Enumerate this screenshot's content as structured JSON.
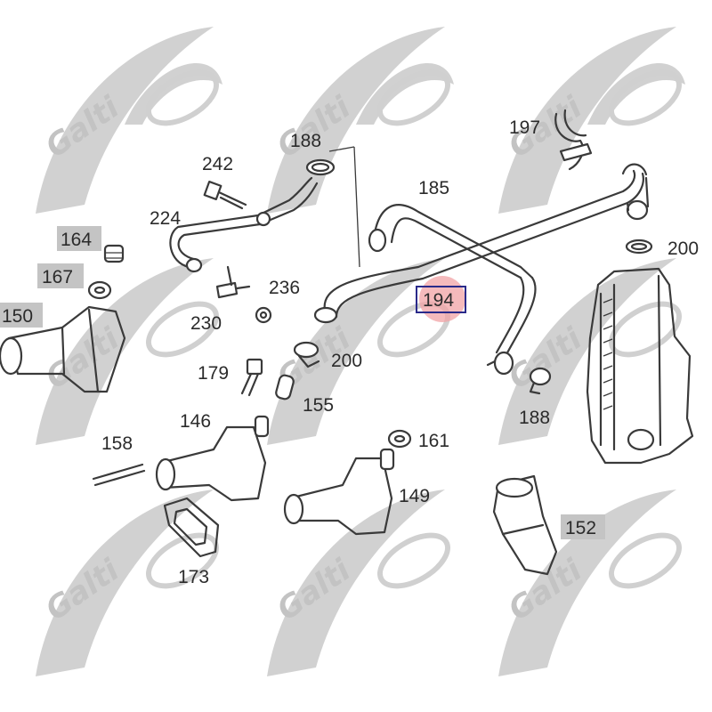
{
  "watermark": {
    "brand": "Galti",
    "color": "#b9b9b9"
  },
  "labels": {
    "p150": "150",
    "p164": "164",
    "p167": "167",
    "p242": "242",
    "p224": "224",
    "p188a": "188",
    "p185": "185",
    "p197": "197",
    "p200a": "200",
    "p236": "236",
    "p230": "230",
    "p194": "194",
    "p179": "179",
    "p200b": "200",
    "p155": "155",
    "p188b": "188",
    "p146": "146",
    "p158": "158",
    "p161": "161",
    "p149": "149",
    "p173": "173",
    "p152": "152"
  },
  "colors": {
    "label_box": "#c4c4c4",
    "highlight_box_border": "#2a2a8a",
    "highlight_marker": "#f2a3a6",
    "line": "#3a3a3a"
  },
  "highlighted_part": "194"
}
